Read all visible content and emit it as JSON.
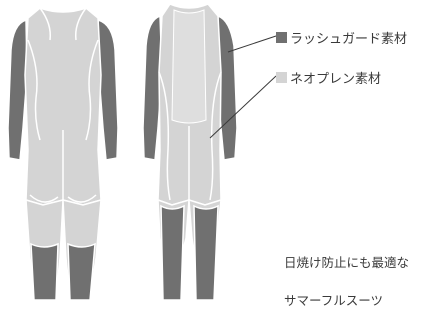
{
  "colors": {
    "rashguard": "#707070",
    "neoprene": "#d4d4d4",
    "outline": "#ffffff",
    "text": "#3a3a3a"
  },
  "legend": {
    "rashguard": {
      "label": "ラッシュガード素材",
      "icon": "dark-gray-swatch"
    },
    "neoprene": {
      "label": "ネオプレン素材",
      "icon": "light-gray-swatch"
    }
  },
  "captions": {
    "line1": "日焼け防止にも最適な",
    "line2": "サマーフルスーツ"
  }
}
